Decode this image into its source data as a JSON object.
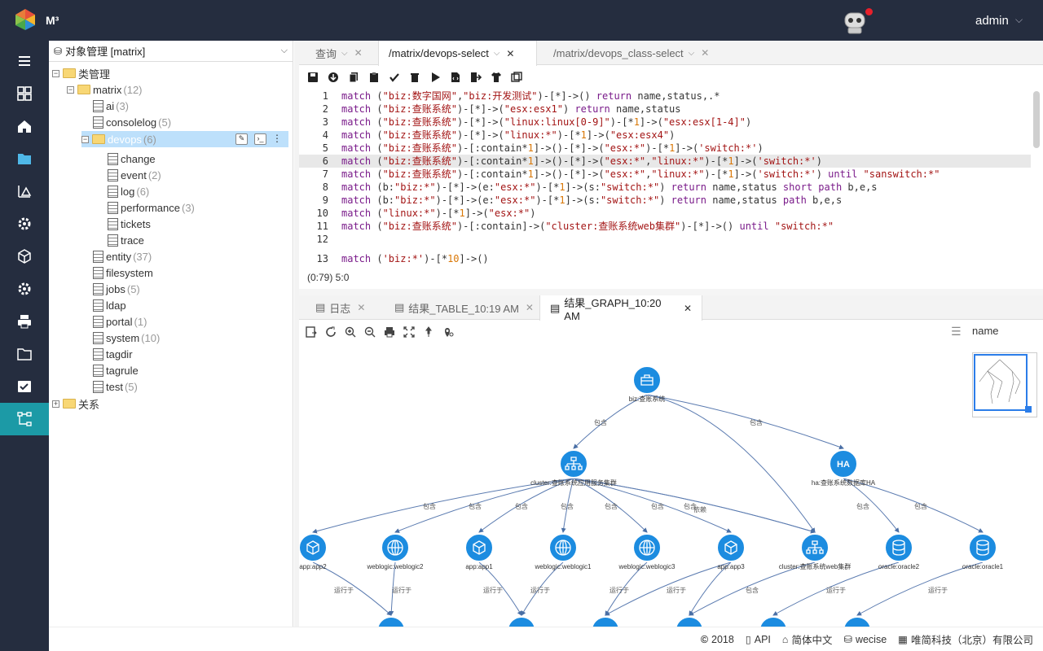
{
  "app": {
    "name": "M³",
    "user": "admin"
  },
  "tree": {
    "header": "对象管理 [matrix]",
    "nodes": [
      {
        "label": "类管理",
        "count": ""
      },
      {
        "label": "matrix",
        "count": "(12)"
      },
      {
        "label": "ai",
        "count": "(3)"
      },
      {
        "label": "consolelog",
        "count": "(5)"
      },
      {
        "label": "devops",
        "count": "(6)"
      },
      {
        "label": "change",
        "count": ""
      },
      {
        "label": "event",
        "count": "(2)"
      },
      {
        "label": "log",
        "count": "(6)"
      },
      {
        "label": "performance",
        "count": "(3)"
      },
      {
        "label": "tickets",
        "count": ""
      },
      {
        "label": "trace",
        "count": ""
      },
      {
        "label": "entity",
        "count": "(37)"
      },
      {
        "label": "filesystem",
        "count": ""
      },
      {
        "label": "jobs",
        "count": "(5)"
      },
      {
        "label": "ldap",
        "count": ""
      },
      {
        "label": "portal",
        "count": "(1)"
      },
      {
        "label": "system",
        "count": "(10)"
      },
      {
        "label": "tagdir",
        "count": ""
      },
      {
        "label": "tagrule",
        "count": ""
      },
      {
        "label": "test",
        "count": "(5)"
      },
      {
        "label": "关系",
        "count": ""
      }
    ]
  },
  "editor_tabs": [
    {
      "label": "查询"
    },
    {
      "label": "/matrix/devops-select"
    },
    {
      "label": "/matrix/devops_class-select"
    }
  ],
  "code_lines": [
    "match (\"biz:数字国网\",\"biz:开发测试\")-[*]->() return name,status,.*",
    "match (\"biz:查账系统\")-[*]->(\"esx:esx1\") return name,status",
    "match (\"biz:查账系统\")-[*]->(\"linux:linux[0-9]\")-[*1]->(\"esx:esx[1-4]\")",
    "match (\"biz:查账系统\")-[*]->(\"linux:*\")-[*1]->(\"esx:esx4\")",
    "match (\"biz:查账系统\")-[:contain*1]->()-[*]->(\"esx:*\")-[*1]->('switch:*')",
    "match (\"biz:查账系统\")-[:contain*1]->()-[*]->(\"esx:*\",\"linux:*\")-[*1]->('switch:*')",
    "match (\"biz:查账系统\")-[:contain*1]->()-[*]->(\"esx:*\",\"linux:*\")-[*1]->('switch:*') until \"sanswitch:*\"",
    "match (b:\"biz:*\")-[*]->(e:\"esx:*\")-[*1]->(s:\"switch:*\") return name,status short path b,e,s",
    "match (b:\"biz:*\")-[*]->(e:\"esx:*\")-[*1]->(s:\"switch:*\") return name,status path b,e,s",
    "match (\"linux:*\")-[*1]->(\"esx:*\")",
    "match (\"biz:查账系统\")-[:contain]->(\"cluster:查账系统web集群\")-[*]->() until \"switch:*\"",
    "",
    "match ('biz:*')-[*10]->()",
    ""
  ],
  "status": "(0:79) 5:0",
  "result_tabs": [
    {
      "label": "日志"
    },
    {
      "label": "结果_TABLE_10:19 AM"
    },
    {
      "label": "结果_GRAPH_10:20 AM"
    }
  ],
  "graph": {
    "name_field": "name",
    "nodes": {
      "root": "biz:查账系统",
      "cluster": "cluster:查账系统应用服务集群",
      "ha": "ha:查账系统数据库HA",
      "l3": [
        "app:app2",
        "weblogic:weblogic2",
        "app:app1",
        "weblogic:weblogic1",
        "weblogic:weblogic3",
        "app:app3",
        "cluster:查账系统web集群",
        "oracle:oracle2",
        "oracle:oracle1"
      ]
    },
    "edge_labels": {
      "contain": "包含",
      "run": "运行于",
      "dep": "依赖"
    }
  },
  "footer": {
    "copyright": "2018",
    "api": "API",
    "lang": "简体中文",
    "db": "wecise",
    "company": "唯简科技（北京）有限公司"
  },
  "colors": {
    "topbar": "#252d3f",
    "accent": "#1c9aa6",
    "node": "#1c8ce0"
  }
}
